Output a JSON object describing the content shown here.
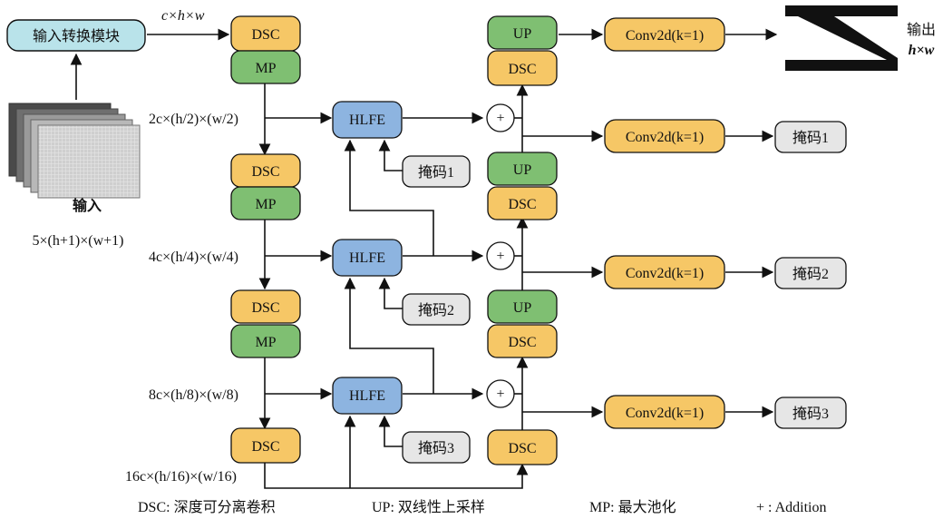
{
  "input_module": {
    "label": "输入转换模块"
  },
  "input": {
    "label": "输入",
    "dims": "5×(h+1)×(w+1)"
  },
  "dims": {
    "d0": "c×h×w",
    "d1": "2c×(h/2)×(w/2)",
    "d2": "4c×(h/4)×(w/4)",
    "d3": "8c×(h/8)×(w/8)",
    "d4": "16c×(h/16)×(w/16)"
  },
  "blocks": {
    "dsc": "DSC",
    "mp": "MP",
    "up": "UP",
    "hlfe": "HLFE",
    "conv": "Conv2d(k=1)",
    "plus": "+"
  },
  "masks": [
    "掩码1",
    "掩码2",
    "掩码3"
  ],
  "output": {
    "label": "输出",
    "dims": "h×w"
  },
  "legend": {
    "dsc": "DSC: 深度可分离卷积",
    "up": "UP: 双线性上采样",
    "mp": "MP: 最大池化",
    "add": "+ : Addition"
  },
  "colors": {
    "dsc": "#f6c766",
    "mp": "#7fbf72",
    "up": "#7fbf72",
    "hlfe": "#8db4e0",
    "conv": "#f6c766",
    "mask": "#e6e6e6",
    "module": "#b9e3ea",
    "line": "#111111"
  }
}
